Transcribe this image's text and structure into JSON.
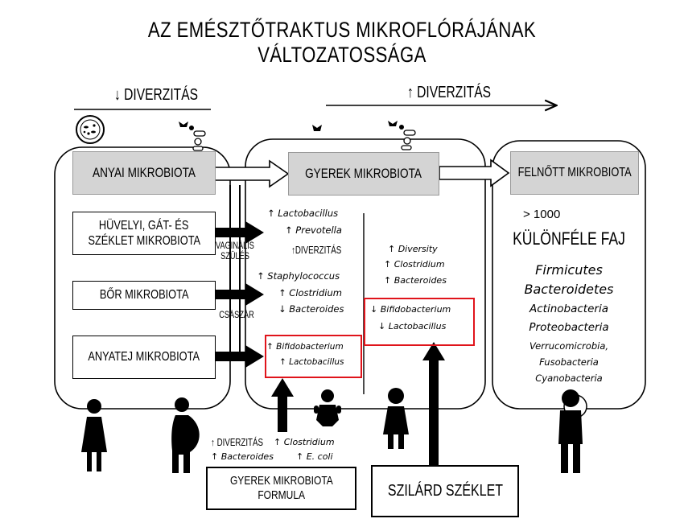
{
  "title": "AZ EMÉSZTŐTRAKTUS MIKROFLÓRÁJÁNAK VÁLTOZATOSSÁGA",
  "top_arrows": {
    "left": "↓ DIVERZITÁS",
    "right": "↑ DIVERZITÁS"
  },
  "stage_headers": {
    "maternal": "ANYAI MIKROBIOTA",
    "child": "GYEREK MIKROBIOTA",
    "adult": "FELNŐTT MIKROBIOTA"
  },
  "maternal_sources": {
    "vaginal": [
      "HÜVELYI, GÁT- ÉS",
      "SZÉKLET MIKROBIOTA"
    ],
    "skin": "BŐR MIKROBIOTA",
    "milk": "ANYATEJ MIKROBIOTA"
  },
  "delivery_labels": {
    "vaginal": [
      "VAGINÁLIS",
      "SZÜLÉS"
    ],
    "csaszar": "CSÁSZÁR"
  },
  "child_vaginal": [
    "↑ Lactobacillus",
    "↑ Prevotella",
    "↑DIVERZITÁS"
  ],
  "child_csaszar": [
    "↑ Staphylococcus",
    "↑ Clostridium",
    "↓ Bacteroides"
  ],
  "child_milk": [
    "↑ Bifidobacterium",
    "↑ Lactobacillus"
  ],
  "child_solid_up": [
    "↑ Diversity",
    "↑ Clostridium",
    "↑ Bacteroides"
  ],
  "child_solid_down": [
    "↓ Bifidobacterium",
    "↓ Lactobacillus"
  ],
  "formula_effects": {
    "left": [
      "↑ DIVERZITÁS",
      "↑ Bacteroides"
    ],
    "right": [
      "↑ Clostridium",
      "↑ E. coli"
    ]
  },
  "bottom_boxes": {
    "formula": [
      "GYEREK MIKROBIOTA",
      "FORMULA"
    ],
    "solid": "SZILÁRD SZÉKLET"
  },
  "adult": {
    "count": "> 1000",
    "label": "KÜLÖNFÉLE FAJ",
    "phyla": [
      "Firmicutes",
      "Bacteroidetes",
      "Actinobacteria",
      "Proteobacteria",
      "Verrucomicrobia,",
      "Fusobacteria",
      "Cyanobacteria"
    ]
  },
  "colors": {
    "highlight": "#e0141b",
    "header_fill": "#d4d4d4",
    "line": "#000000"
  }
}
